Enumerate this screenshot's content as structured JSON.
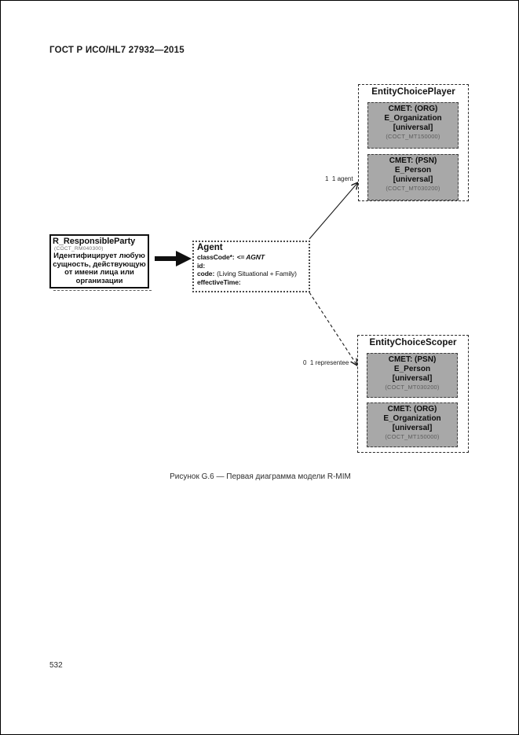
{
  "page": {
    "header": "ГОСТ Р ИСО/HL7 27932—2015",
    "caption": "Рисунок G.6 — Первая диаграмма модели R-MIM",
    "page_number": "532"
  },
  "diagram": {
    "entity_choice_player": {
      "title": "EntityChoicePlayer",
      "cmets": [
        {
          "type": "CMET: (ORG)",
          "name": "E_Organization",
          "variant": "[universal]",
          "artifact_id": "(COCT_MT150000)"
        },
        {
          "type": "CMET: (PSN)",
          "name": "E_Person",
          "variant": "[universal]",
          "artifact_id": "(COCT_MT030200)"
        }
      ]
    },
    "entity_choice_scoper": {
      "title": "EntityChoiceScoper",
      "cmets": [
        {
          "type": "CMET: (PSN)",
          "name": "E_Person",
          "variant": "[universal]",
          "artifact_id": "(COCT_MT030200)"
        },
        {
          "type": "CMET: (ORG)",
          "name": "E_Organization",
          "variant": "[universal]",
          "artifact_id": "(COCT_MT150000)"
        }
      ]
    },
    "responsible_party": {
      "title": "R_ResponsibleParty",
      "artifact_id": "(COCT_RM040300)",
      "description": "Идентифицирует любую сущность, действующую от имени лица или организации"
    },
    "agent": {
      "title": "Agent",
      "attributes": [
        {
          "name": "classCode*:",
          "value": "<= AGNT"
        },
        {
          "name": "id:",
          "value": ""
        },
        {
          "name": "code:",
          "value": "(Living Situational + Family)"
        },
        {
          "name": "effectiveTime:",
          "value": ""
        }
      ]
    },
    "associations": [
      {
        "label": "1  1 agent"
      },
      {
        "label": "0  1 representee"
      }
    ]
  },
  "colors": {
    "page_background": "#ffffff",
    "cmet_fill": "#a8a8a8",
    "line_color": "#1a1a1a",
    "artifact_id_color": "#5c5c5c"
  }
}
